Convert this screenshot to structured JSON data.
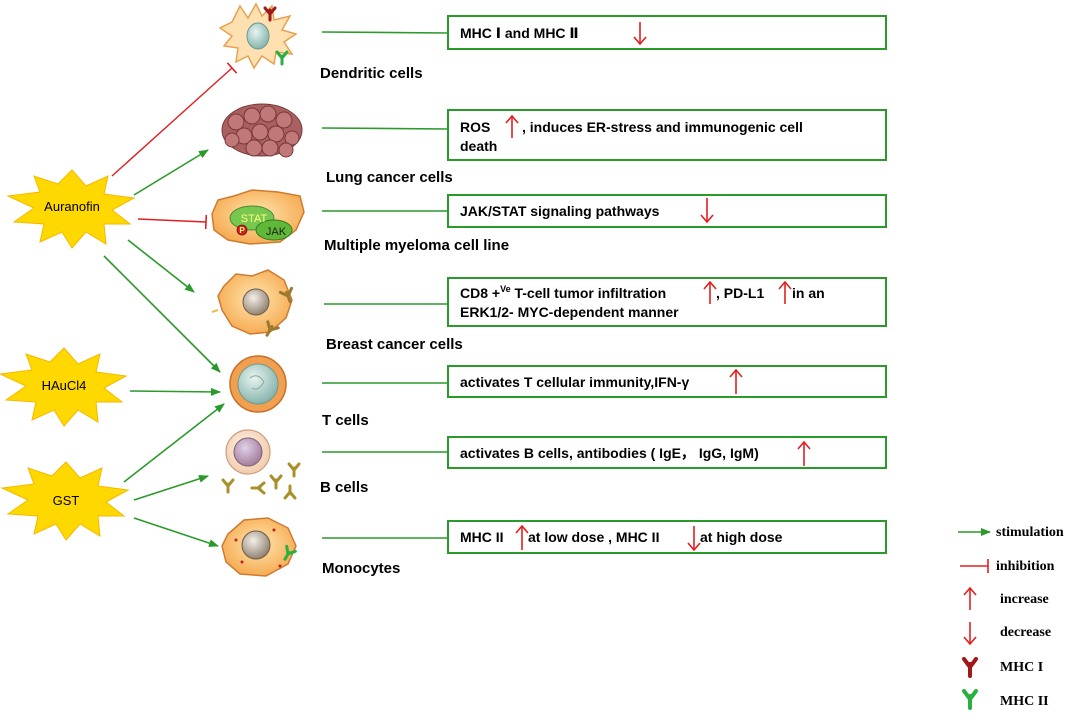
{
  "drugs": {
    "auranofin": "Auranofin",
    "haucl4": "HAuCl4",
    "gst": "GST"
  },
  "cells": {
    "dendritic": "Dendritic cells",
    "lung": "Lung cancer cells",
    "myeloma": "Multiple myeloma cell line",
    "breast": "Breast cancer cells",
    "tcells": "T cells",
    "bcells": "B cells",
    "monocytes": "Monocytes"
  },
  "myeloma_labels": {
    "stat": "STAT",
    "jak": "JAK",
    "p": "P"
  },
  "effects": {
    "dendritic": {
      "t1": "MHC Ⅰ and MHC Ⅱ"
    },
    "lung": {
      "t1": "ROS",
      "t2": ", induces ER-stress and  immunogenic cell",
      "t3": "death"
    },
    "myeloma": {
      "t1": "JAK/STAT signaling pathways"
    },
    "breast": {
      "t1": "CD8 +",
      "sup": "Ve",
      "t2": " T-cell tumor infiltration",
      "t3": ", PD-L1",
      "t4": " in an",
      "t5": "ERK1/2- MYC-dependent manner"
    },
    "tcells": {
      "t1": "activates T cellular immunity,IFN-γ"
    },
    "bcells": {
      "t1": "activates B cells, antibodies ( IgE，  IgG, IgM)"
    },
    "monocytes": {
      "t1": "MHC II",
      "t2": " at low dose , MHC II",
      "t3": " at high dose"
    }
  },
  "legend": {
    "stimulation": "stimulation",
    "inhibition": "inhibition",
    "increase": "increase",
    "decrease": "decrease",
    "mhc1": "MHC I",
    "mhc2": "MHC II"
  },
  "colors": {
    "stimulation": "#2a9a2a",
    "inhibition": "#e02020",
    "star": "#ffd800",
    "mhc1": "#a01818",
    "mhc2": "#2ab040"
  }
}
